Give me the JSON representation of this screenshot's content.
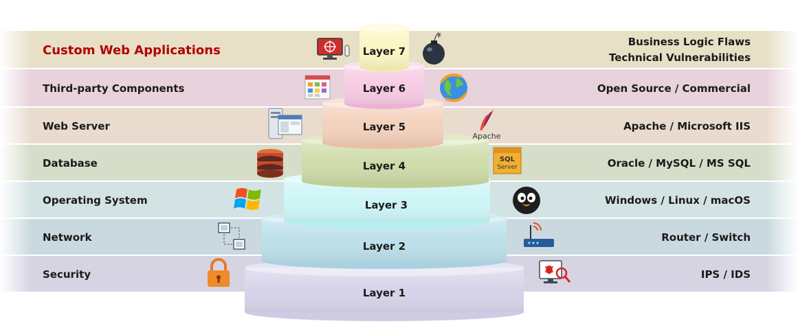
{
  "layers": [
    {
      "label": "Layer 7",
      "left": "Custom Web Applications",
      "right": [
        "Business Logic Flaws",
        "Technical Vulnerabilities"
      ]
    },
    {
      "label": "Layer 6",
      "left": "Third-party Components",
      "right": [
        "Open Source / Commercial"
      ]
    },
    {
      "label": "Layer 5",
      "left": "Web Server",
      "right": [
        "Apache / Microsoft IIS"
      ]
    },
    {
      "label": "Layer 4",
      "left": "Database",
      "right": [
        "Oracle / MySQL / MS SQL"
      ]
    },
    {
      "label": "Layer 3",
      "left": "Operating System",
      "right": [
        "Windows / Linux / macOS"
      ]
    },
    {
      "label": "Layer 2",
      "left": "Network",
      "right": [
        "Router / Switch"
      ]
    },
    {
      "label": "Layer 1",
      "left": "Security",
      "right": [
        "IPS / IDS"
      ]
    }
  ],
  "logos": {
    "apache": "Apache",
    "sql_line1": "SQL",
    "sql_line2": "Server"
  },
  "colors": {
    "title_red": "#b30000",
    "layer7": "#fbf6c2",
    "layer6": "#f6cbe4",
    "layer5": "#f3d2bd",
    "layer4": "#cfdcab",
    "layer3": "#cdf5f6",
    "layer2": "#bde0ea",
    "layer1": "#d7d3ea"
  },
  "icons": [
    "monitor-target-icon",
    "bomb-icon",
    "widget-grid-icon",
    "globe-icon",
    "server-windows-icon",
    "apache-feather-icon",
    "database-icon",
    "sql-server-icon",
    "windows-logo-icon",
    "linux-penguin-icon",
    "network-nodes-icon",
    "router-icon",
    "padlock-icon",
    "bug-scan-icon"
  ]
}
